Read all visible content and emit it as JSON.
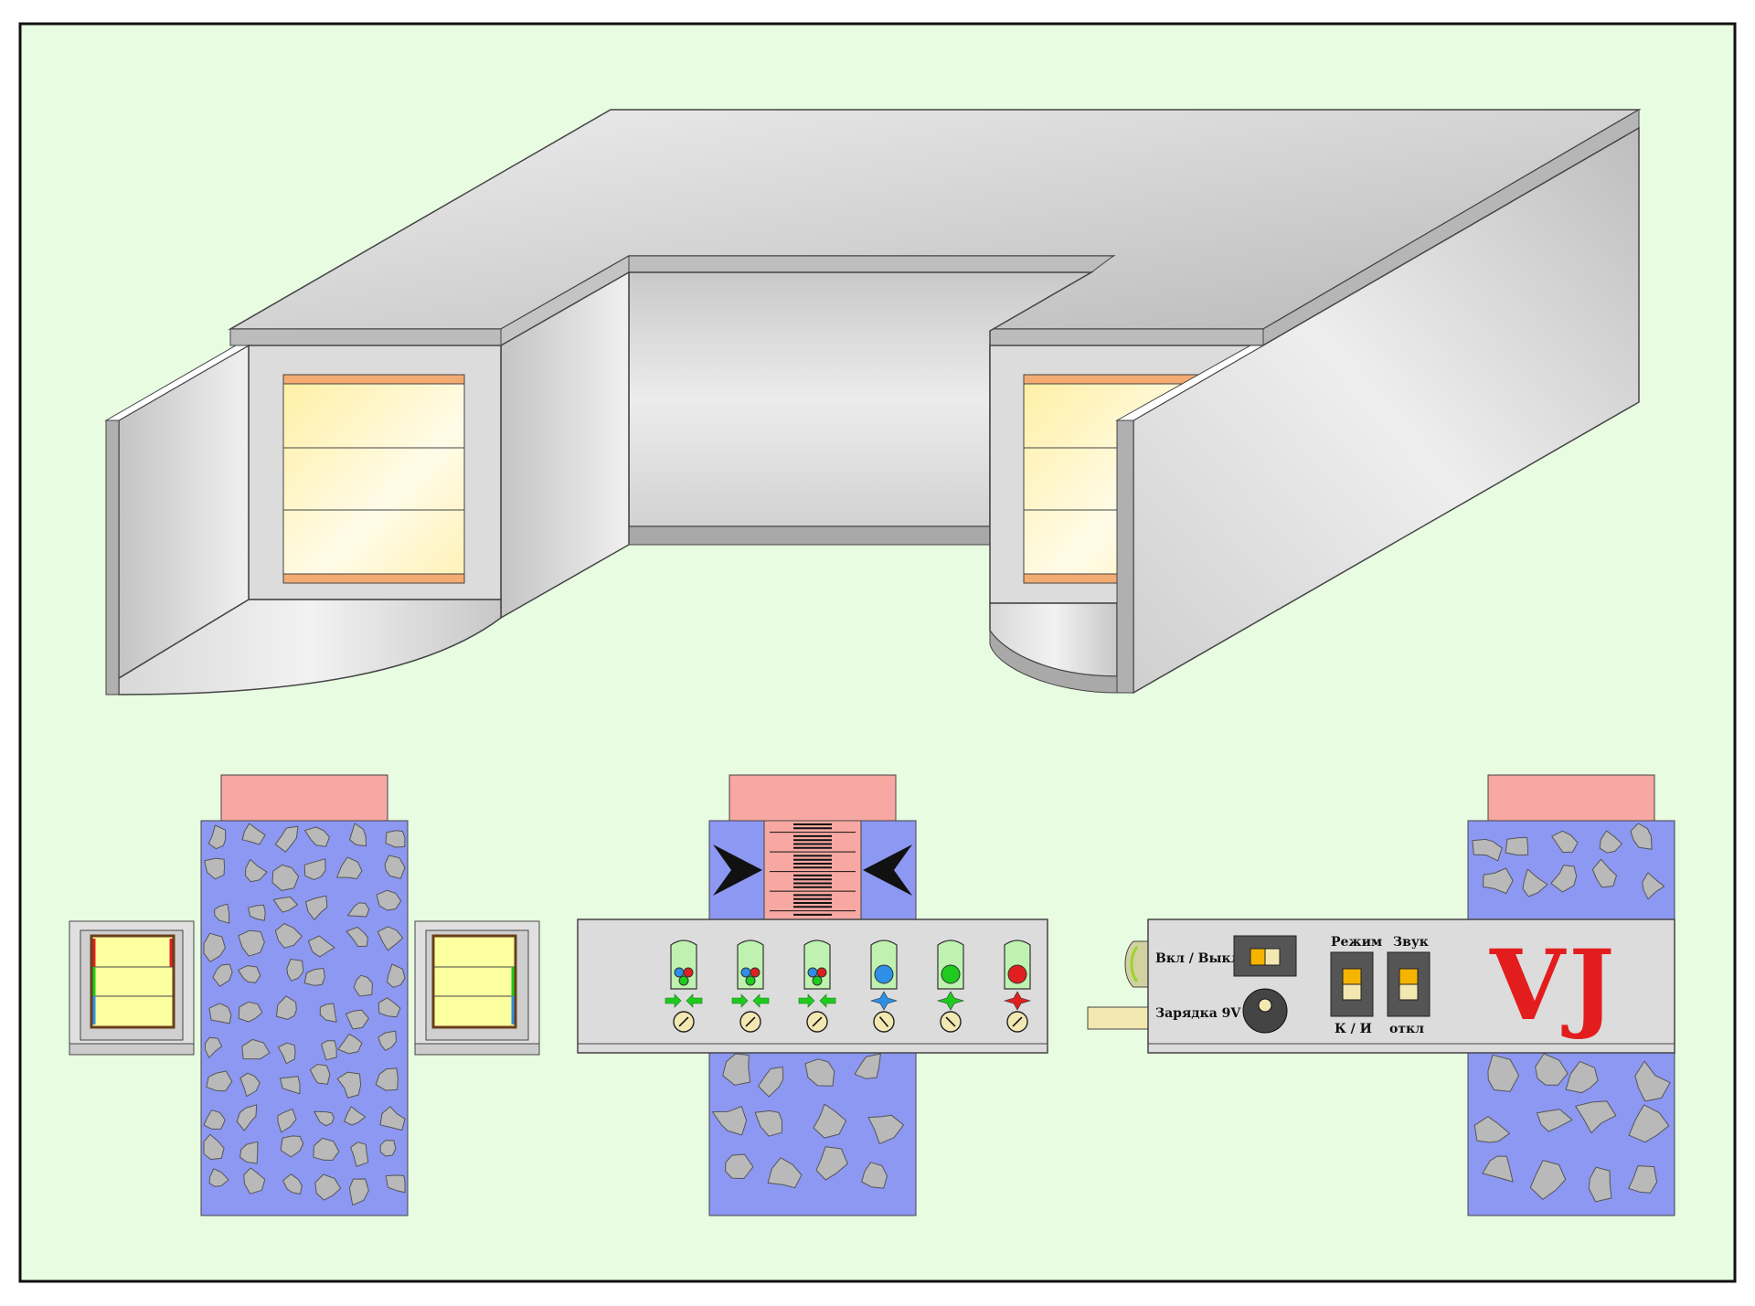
{
  "colors": {
    "background": "#e8fce2",
    "frame": "#111111",
    "panel": "#dcdcdc",
    "pink": "#f7a8a2",
    "blue": "#8c98f2",
    "blob": "#b9b9b9",
    "window_glow": "#fff6c0",
    "window_edge": "#f4ab72",
    "logo_red": "#e31d1d",
    "indicator_green": "#bff2b0",
    "led_blue": "#2e8fe6",
    "led_green": "#1ecb1e",
    "led_red": "#e02020",
    "switch_amber": "#f5b400",
    "switch_cream": "#f3e8b2"
  },
  "icons": {
    "left_arrow_icon": "chevron-right-icon",
    "right_arrow_icon": "chevron-left-icon",
    "gauge_icon": "dial-gauge-icon",
    "knob_icon": "charge-socket-icon"
  },
  "indicators": [
    {
      "kind": "three-dots",
      "direction": "inward"
    },
    {
      "kind": "three-dots",
      "direction": "inward"
    },
    {
      "kind": "three-dots",
      "direction": "inward"
    },
    {
      "kind": "single-dot",
      "color": "blue",
      "direction": "star"
    },
    {
      "kind": "single-dot",
      "color": "green",
      "direction": "star"
    },
    {
      "kind": "single-dot",
      "color": "red",
      "direction": "star"
    }
  ],
  "control_panel": {
    "power_label": "Вкл / Выкл",
    "charge_label": "Зарядка 9V",
    "mode_label": "Режим",
    "mode_sub": "К / И",
    "sound_label": "Звук",
    "sound_sub": "откл",
    "logo": "VJ"
  }
}
